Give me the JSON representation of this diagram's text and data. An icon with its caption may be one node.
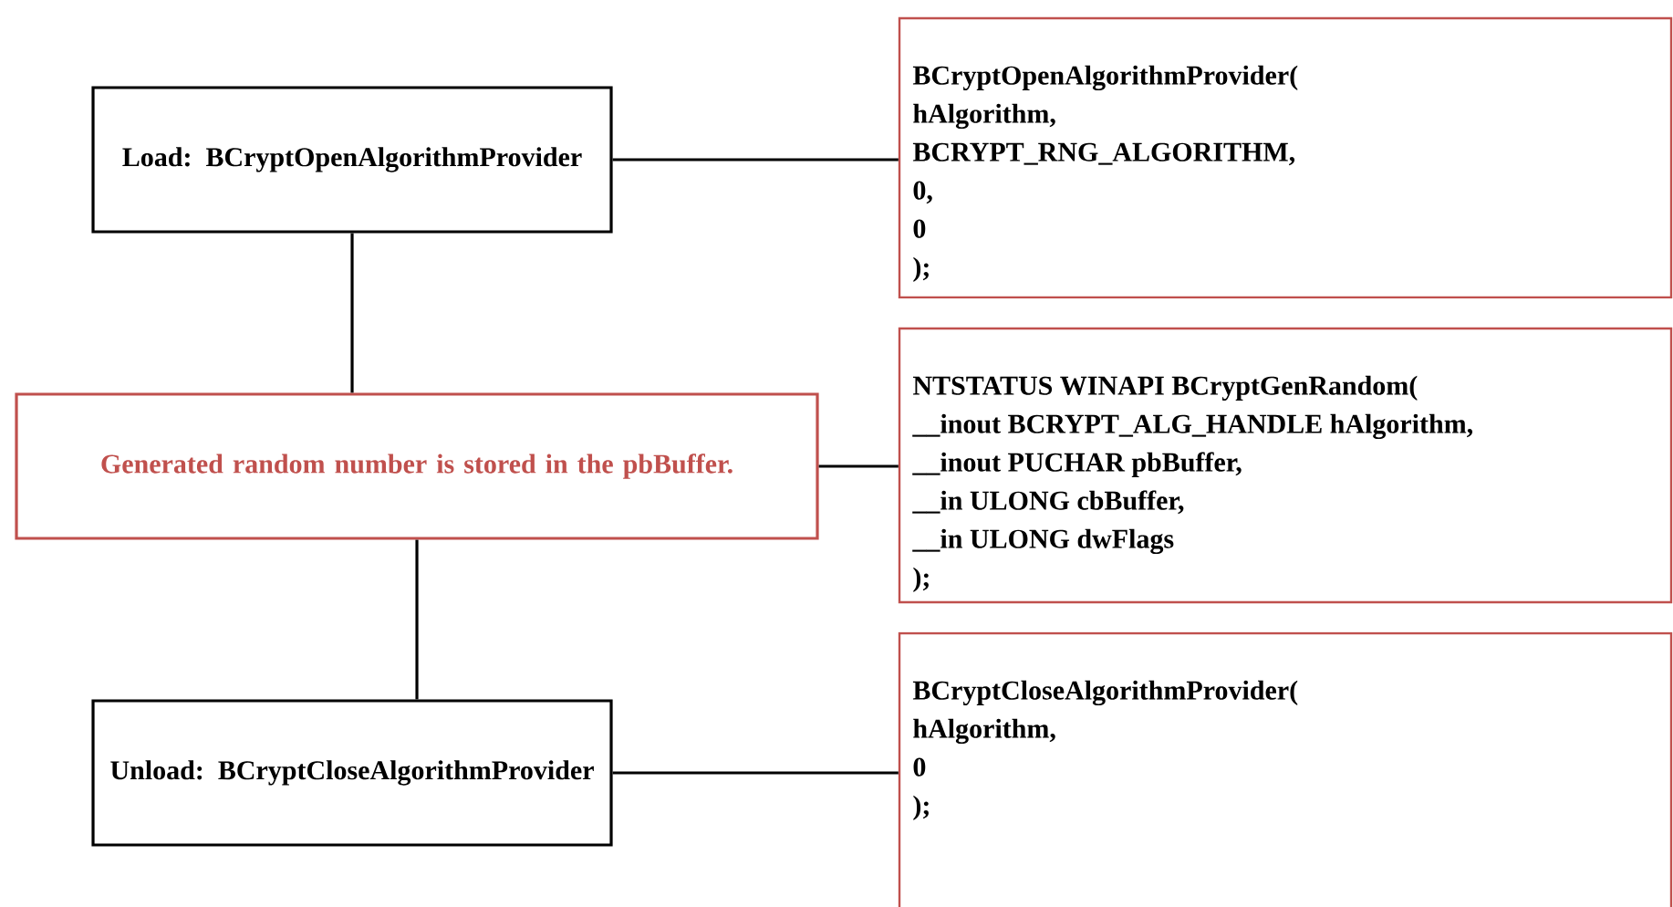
{
  "diagram": {
    "nodes": [
      {
        "text": [
          "Load: BCryptOpenAlgorithmProvider"
        ]
      },
      {
        "text": [
          "BCryptOpenAlgorithmProvider(",
          "hAlgorithm,",
          "BCRYPT_RNG_ALGORITHM,",
          "0,",
          "0",
          ");"
        ]
      },
      {
        "text": [
          "Generated random number is stored in the pbBuffer."
        ]
      },
      {
        "text": [
          "NTSTATUS WINAPI BCryptGenRandom(",
          "__inout BCRYPT_ALG_HANDLE hAlgorithm,",
          "__inout PUCHAR pbBuffer,",
          "__in ULONG cbBuffer,",
          "__in ULONG dwFlags",
          ");"
        ]
      },
      {
        "text": [
          "Unload: BCryptCloseAlgorithmProvider"
        ]
      },
      {
        "text": [
          "BCryptCloseAlgorithmProvider(",
          "hAlgorithm,",
          "0",
          ");"
        ]
      }
    ],
    "edges": [
      {
        "from": 0,
        "to": 1,
        "arrow": "none"
      },
      {
        "from": 0,
        "to": 2,
        "arrow": "none"
      },
      {
        "from": 2,
        "to": 3,
        "arrow": "none"
      },
      {
        "from": 2,
        "to": 4,
        "arrow": "none"
      },
      {
        "from": 4,
        "to": 5,
        "arrow": "none"
      }
    ]
  }
}
